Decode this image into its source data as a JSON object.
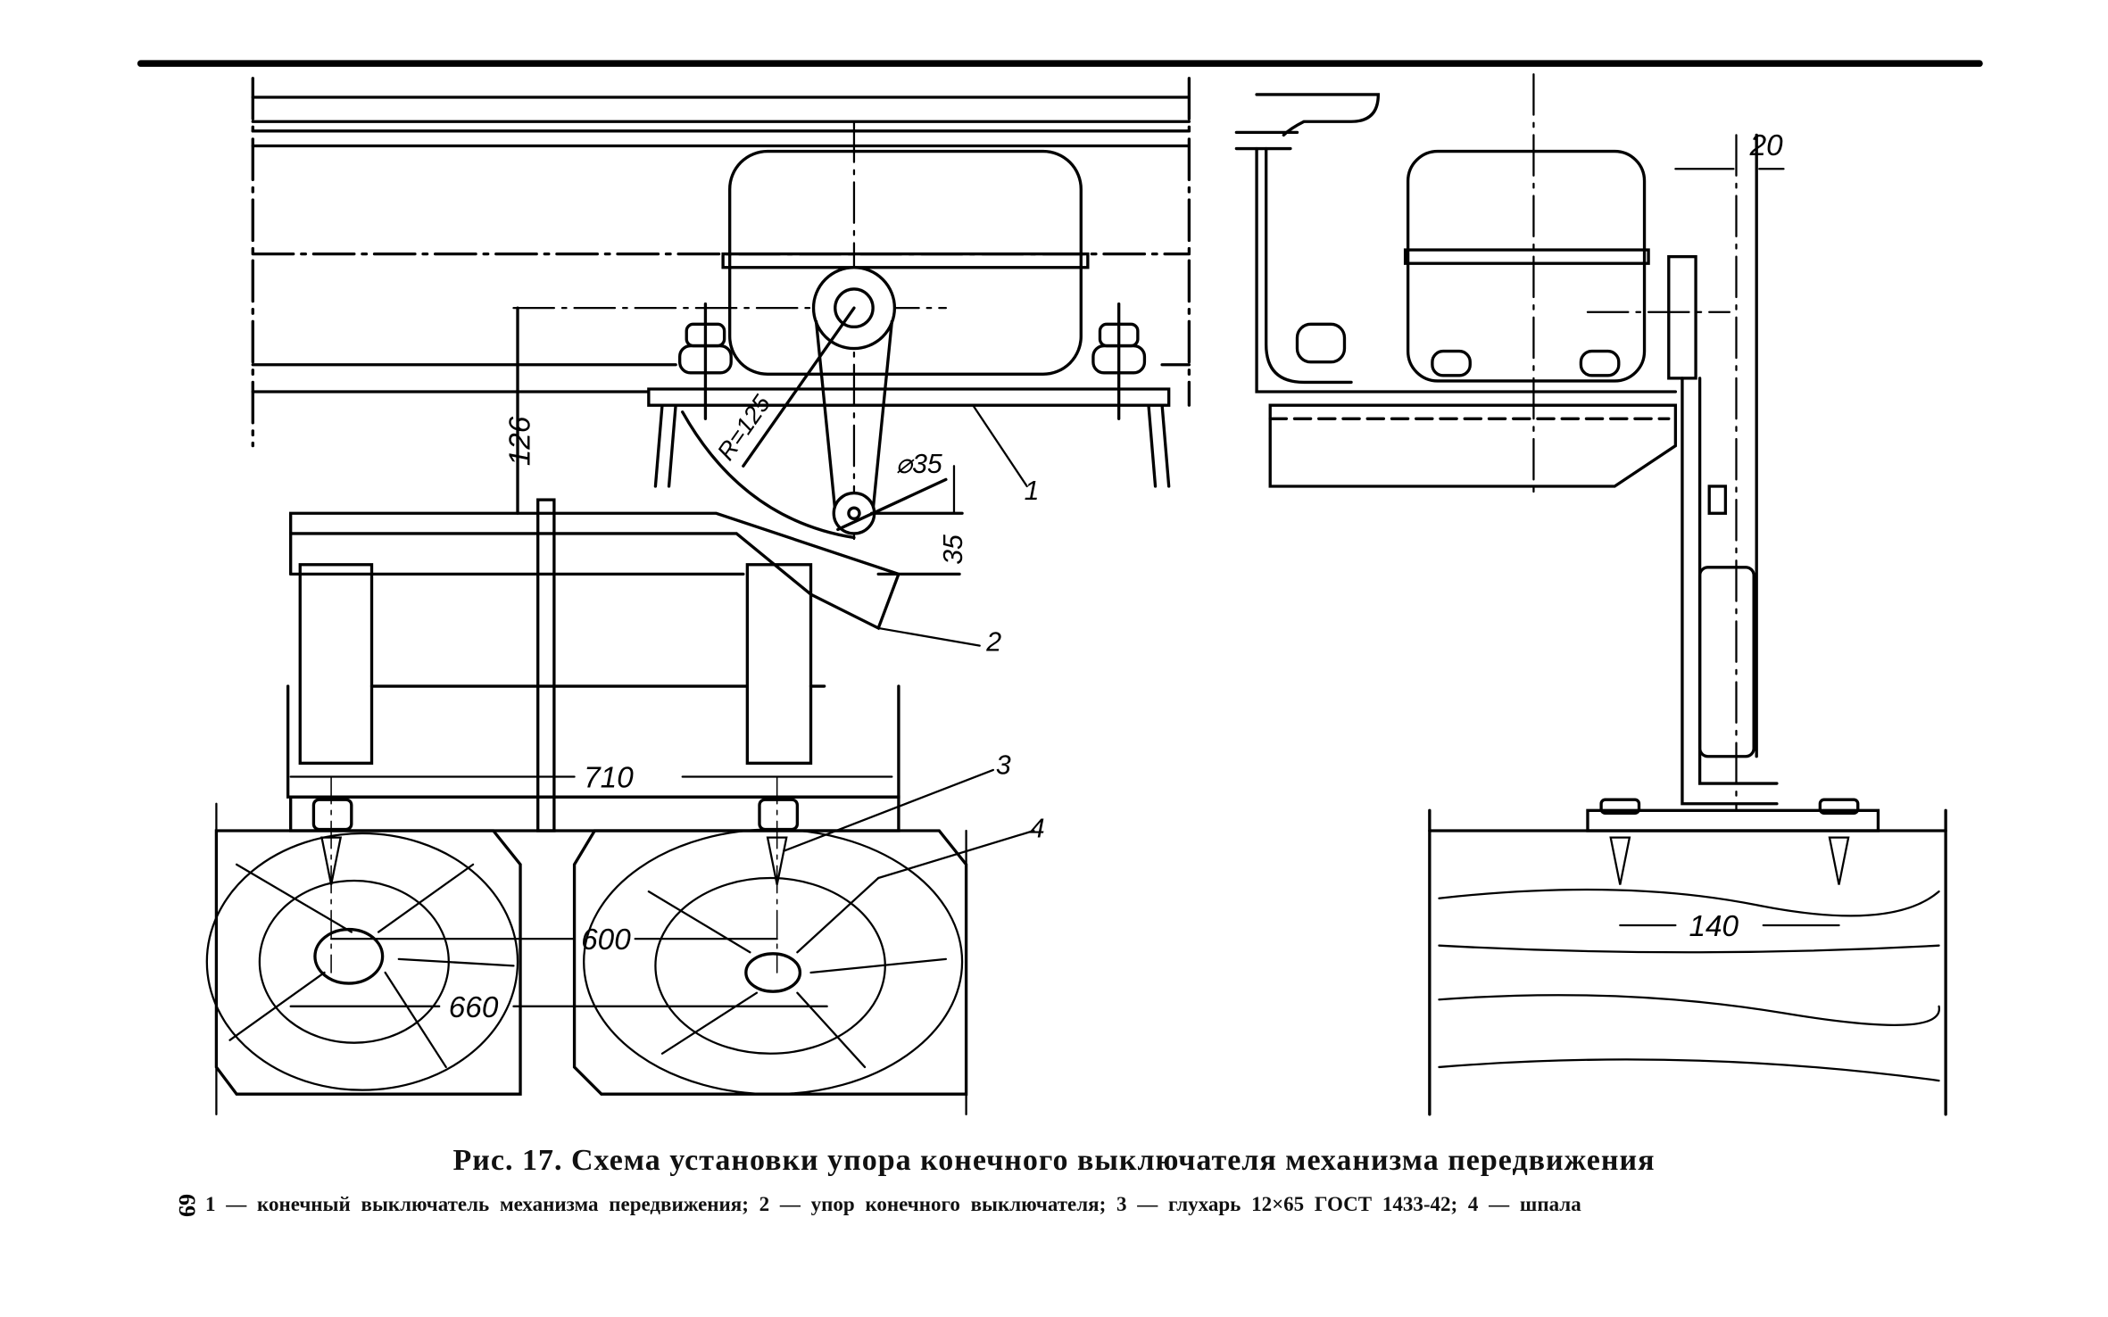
{
  "figure": {
    "caption": "Рис. 17. Схема установки упора конечного выключателя механизма передвижения",
    "legend": "1 — конечный выключатель механизма передвижения; 2 — упор конечного выключателя; 3 — глухарь 12×65 ГОСТ 1433-42; 4 — шпала",
    "page_number": "69"
  },
  "dimensions": {
    "height_126": "126",
    "radius": "R=125",
    "diameter": "⌀35",
    "offset_35": "35",
    "span_710": "710",
    "span_600": "600",
    "span_660": "660",
    "span_140": "140",
    "gap_20": "20"
  },
  "callouts": {
    "c1": "1",
    "c2": "2",
    "c3": "3",
    "c4": "4"
  }
}
